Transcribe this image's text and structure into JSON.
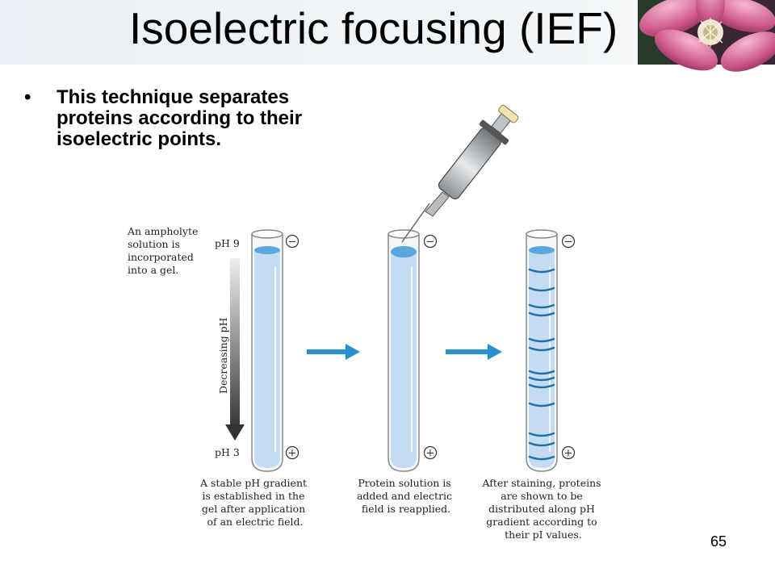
{
  "slide": {
    "title": "Isoelectric focusing (IEF)",
    "bullet_symbol": "•",
    "bullet_text": "This technique separates proteins according to their isoelectric points.",
    "page_number": "65"
  },
  "diagram": {
    "intro_label": [
      "An ampholyte",
      "solution is",
      "incorporated",
      "into a gel."
    ],
    "ph_top": "pH 9",
    "ph_bottom": "pH 3",
    "axis_label": "Decreasing pH",
    "minus_symbol": "−",
    "plus_symbol": "+",
    "caption_1": [
      "A stable pH gradient",
      "is established in the",
      "gel after application",
      "of an electric field."
    ],
    "caption_2": [
      "Protein solution is",
      "added and electric",
      "field is reapplied."
    ],
    "caption_3": [
      "After staining, proteins",
      "are shown to be",
      "distributed along pH",
      "gradient according to",
      "their pI values."
    ]
  },
  "colors": {
    "gel": "#c3dcf2",
    "gel_top": "#5aa6de",
    "band": "#1f6fa8",
    "arrow": "#2b90d0",
    "flower_pink": "#c2457a"
  },
  "icons": [
    "flower-image",
    "pipette-icon",
    "minus-electrode-icon",
    "plus-electrode-icon",
    "arrow-right-icon"
  ]
}
